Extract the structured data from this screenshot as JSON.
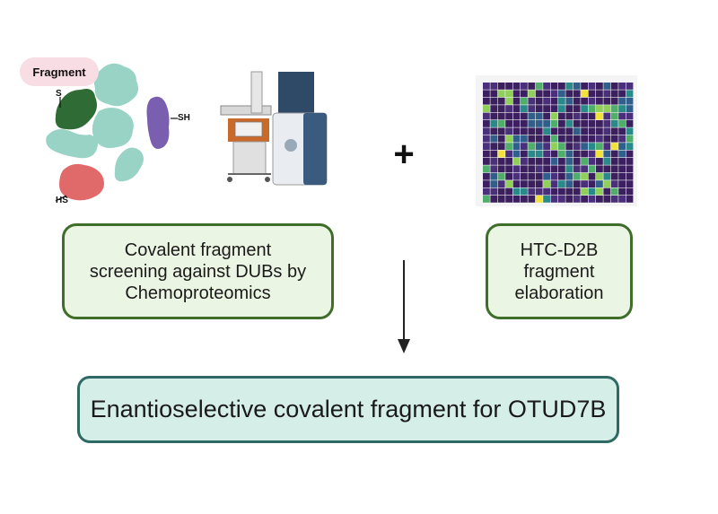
{
  "labels": {
    "fragment": "Fragment",
    "s": "S",
    "sh": "SH",
    "hs": "HS",
    "plus": "+"
  },
  "boxes": {
    "screening_lines": [
      "Covalent fragment",
      "screening against DUBs by",
      "Chemoproteomics"
    ],
    "htc_lines": [
      "HTC-D2B",
      "fragment",
      "elaboration"
    ],
    "result": "Enantioselective covalent fragment for OTUD7B"
  },
  "colors": {
    "protein_teal": "#8fcfc0",
    "protein_green": "#2f6b35",
    "protein_purple": "#7a5fb0",
    "protein_red": "#e06a6a",
    "box_green_border": "#3f6e2a",
    "box_teal_border": "#2e6a63"
  },
  "icons": [
    "fragment-protein-icon",
    "mass-spectrometer-icon",
    "heatmap-grid-icon",
    "down-arrow-icon"
  ]
}
